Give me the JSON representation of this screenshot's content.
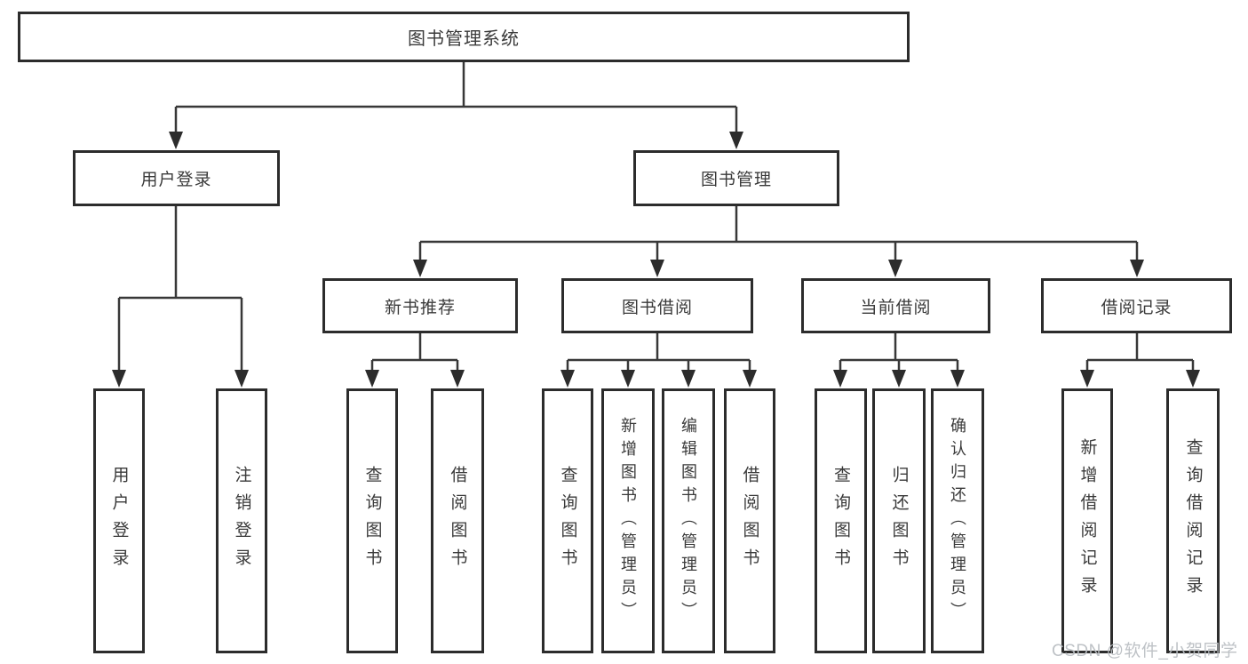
{
  "diagram": {
    "type": "hierarchy-tree",
    "title": "图书管理系统",
    "colors": {
      "background": "#ffffff",
      "box_border": "#2c2c2c",
      "line": "#383838",
      "text": "#3a3a3a",
      "watermark": "#b9bdc2"
    },
    "nodes": {
      "root": "图书管理系统",
      "user_login": "用户登录",
      "book_management": "图书管理",
      "new_book_recommend": "新书推荐",
      "book_borrowing": "图书借阅",
      "current_borrowing": "当前借阅",
      "borrowing_records": "借阅记录",
      "leaf_user_login": "用户登录",
      "leaf_logout": "注销登录",
      "leaf_rec_query_books": "查询图书",
      "leaf_rec_borrow_books": "借阅图书",
      "leaf_bor_query_books": "查询图书",
      "leaf_bor_add_books": "新增图书（管理员）",
      "leaf_bor_edit_books": "编辑图书（管理员）",
      "leaf_bor_borrow_books": "借阅图书",
      "leaf_cur_query_books": "查询图书",
      "leaf_cur_return_books": "归还图书",
      "leaf_cur_confirm_return": "确认归还（管理员）",
      "leaf_rcd_add_record": "新增借阅记录",
      "leaf_rcd_query_record": "查询借阅记录"
    },
    "edges": [
      {
        "from": "root",
        "to": [
          "user_login",
          "book_management"
        ]
      },
      {
        "from": "user_login",
        "to": [
          "leaf_user_login",
          "leaf_logout"
        ]
      },
      {
        "from": "book_management",
        "to": [
          "new_book_recommend",
          "book_borrowing",
          "current_borrowing",
          "borrowing_records"
        ]
      },
      {
        "from": "new_book_recommend",
        "to": [
          "leaf_rec_query_books",
          "leaf_rec_borrow_books"
        ]
      },
      {
        "from": "book_borrowing",
        "to": [
          "leaf_bor_query_books",
          "leaf_bor_add_books",
          "leaf_bor_edit_books",
          "leaf_bor_borrow_books"
        ]
      },
      {
        "from": "current_borrowing",
        "to": [
          "leaf_cur_query_books",
          "leaf_cur_return_books",
          "leaf_cur_confirm_return"
        ]
      },
      {
        "from": "borrowing_records",
        "to": [
          "leaf_rcd_add_record",
          "leaf_rcd_query_record"
        ]
      }
    ],
    "watermark": "CSDN @软件_小贺同学"
  }
}
